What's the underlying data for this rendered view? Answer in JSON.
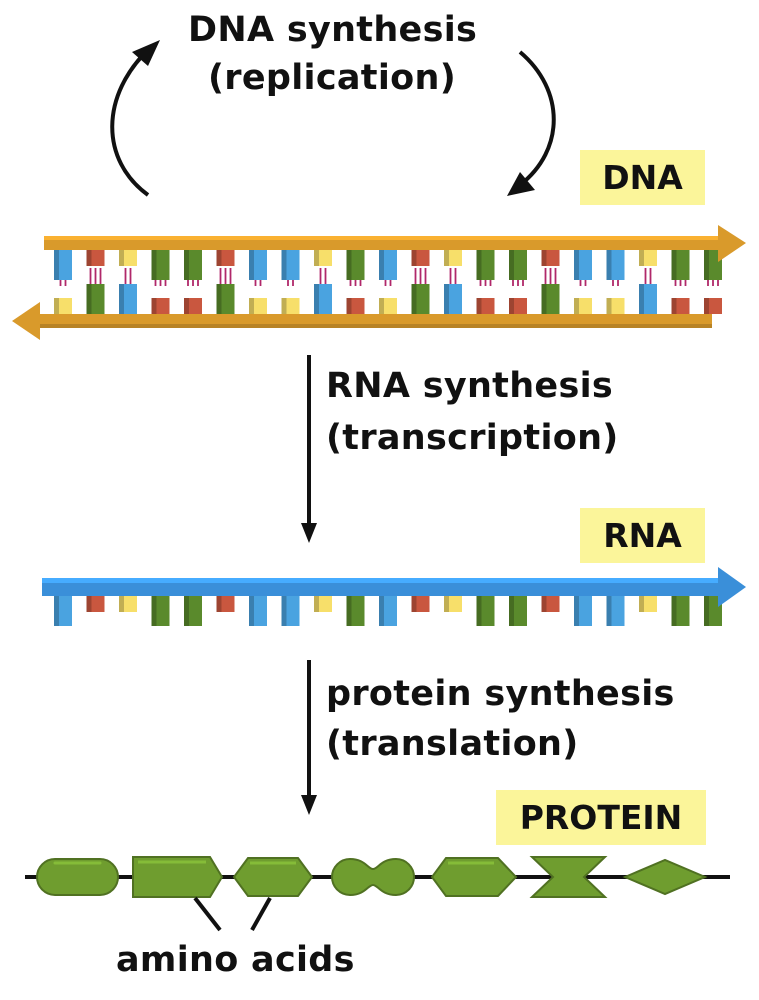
{
  "replication": {
    "line1": "DNA synthesis",
    "line2": "(replication)"
  },
  "transcription": {
    "line1": "RNA synthesis",
    "line2": "(transcription)"
  },
  "translation": {
    "line1": "protein synthesis",
    "line2": "(translation)"
  },
  "badges": {
    "dna": "DNA",
    "rna": "RNA",
    "protein": "PROTEIN"
  },
  "amino_acids_label": "amino acids",
  "colors": {
    "backbone_dna": "#d99a2b",
    "backbone_rna": "#3a8fd9",
    "base_blue": "#4aa3e0",
    "base_red": "#c9573f",
    "base_yellow": "#f7df6a",
    "base_green": "#5a8a2c",
    "hbond": "#b0286a",
    "amino_acid": "#6f9d2f",
    "badge_bg": "#fbf59a"
  },
  "dna_top_bases": [
    "blue",
    "red",
    "yellow",
    "green",
    "green",
    "red",
    "blue",
    "blue",
    "yellow",
    "green",
    "blue",
    "red",
    "yellow",
    "green",
    "green",
    "red",
    "blue",
    "blue",
    "yellow",
    "green",
    "green"
  ],
  "rna_bases": [
    "blue",
    "red",
    "yellow",
    "green",
    "green",
    "red",
    "blue",
    "blue",
    "yellow",
    "green",
    "blue",
    "red",
    "yellow",
    "green",
    "green",
    "red",
    "blue",
    "blue",
    "yellow",
    "green",
    "green"
  ],
  "amino_acid_shapes": [
    "capsule",
    "rect-pointed",
    "hexagon",
    "peanut",
    "hexagon-tapered",
    "bowtie",
    "diamond"
  ]
}
